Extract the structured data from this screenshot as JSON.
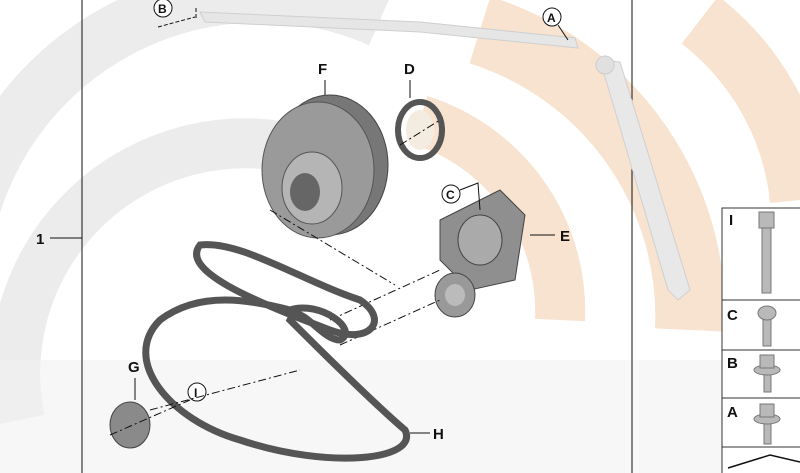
{
  "diagram": {
    "callouts": {
      "assembly": "1",
      "pulley": "F",
      "seal_ring": "D",
      "tensioner": "E",
      "cap": "G",
      "belt": "H",
      "bolt_a": "A",
      "bolt_b": "B",
      "bolt_c": "C",
      "bolt_i": "I"
    },
    "fastener_panel": [
      {
        "label": "I"
      },
      {
        "label": "C"
      },
      {
        "label": "B"
      },
      {
        "label": "A"
      }
    ],
    "colors": {
      "watermark_gray": "#ececec",
      "watermark_peach": "#f7e3cf",
      "part_gray": "#8a8a8a",
      "line": "#111111"
    }
  }
}
